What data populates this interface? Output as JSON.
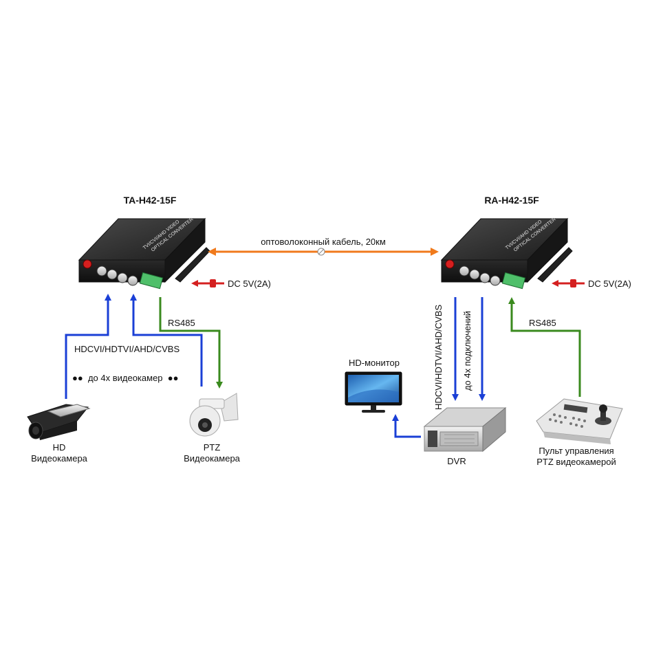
{
  "transmitter": {
    "title": "TA-H42-15F",
    "front_text_1": "TVI/CVI/AHD VIDEO",
    "front_text_2": "OPTICAL CONVERTER"
  },
  "receiver": {
    "title": "RA-H42-15F",
    "front_text_1": "TVI/CVI/AHD VIDEO",
    "front_text_2": "OPTICAL CONVERTER"
  },
  "fiber": {
    "label": "оптоволоконный кабель, 20км"
  },
  "power_left": {
    "label": "DC 5V(2A)"
  },
  "power_right": {
    "label": "DC 5V(2A)"
  },
  "rs485_left": {
    "label": "RS485"
  },
  "rs485_right": {
    "label": "RS485"
  },
  "video_signal_label": "HDCVI/HDTVI/AHD/CVBS",
  "cameras_count_label": "до 4х видеокамер",
  "dvr_signal_label": "HDCVI/HDTVI/AHD/CVBS",
  "dvr_count_label": "до 4х подключений",
  "hd_camera": {
    "line1": "HD",
    "line2": "Видеокамера"
  },
  "ptz_camera": {
    "line1": "PTZ",
    "line2": "Видеокамера"
  },
  "monitor": {
    "label": "HD-монитор"
  },
  "dvr": {
    "label": "DVR"
  },
  "controller": {
    "line1": "Пульт управления",
    "line2": "PTZ видеокамерой"
  },
  "colors": {
    "video": "#1a3fd6",
    "rs485": "#3a8a1e",
    "fiber": "#f07a1c",
    "power": "#d42020"
  }
}
